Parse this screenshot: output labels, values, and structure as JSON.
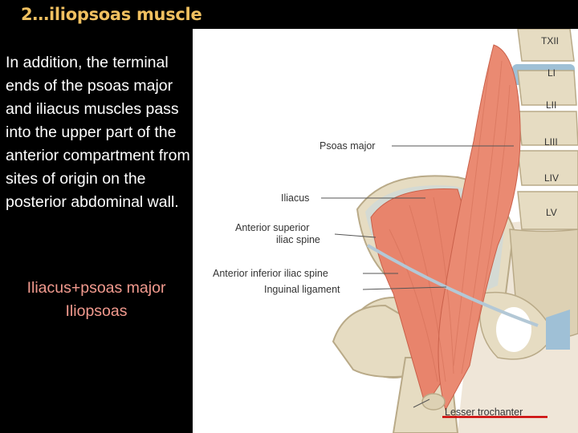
{
  "slide": {
    "title": "2…iliopsoas muscle",
    "body": "In addition, the terminal ends of the psoas major and iliacus muscles pass into the upper part of the anterior compartment from sites of origin on the posterior abdominal wall.",
    "subtitle_line1": "Iliacus+psoas major",
    "subtitle_line2": "Iliopsoas"
  },
  "figure": {
    "labels": {
      "psoas_major": "Psoas major",
      "iliacus": "Iliacus",
      "asis_line1": "Anterior superior",
      "asis_line2": "iliac spine",
      "aiis": "Anterior inferior iliac spine",
      "inguinal_ligament": "Inguinal ligament",
      "lesser_trochanter": "Lesser trochanter"
    },
    "vertebrae": [
      "TXII",
      "LI",
      "LII",
      "LIII",
      "LIV",
      "LV"
    ]
  },
  "colors": {
    "title": "#f0c060",
    "subtitle": "#f29a8e",
    "muscle": "#e8846c",
    "bone": "#e6dcc2",
    "underline": "#cc0000"
  }
}
